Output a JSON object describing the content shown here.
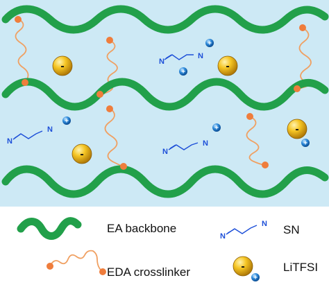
{
  "legend": {
    "backbone_label": "EA backbone",
    "crosslinker_label": "EDA crosslinker",
    "sn_label": "SN",
    "litfsi_label": "LiTFSI"
  },
  "glyphs": {
    "nitrile_n": "N",
    "anion_sign": "-",
    "cation_sign": "+"
  },
  "colors": {
    "background": "#cde9f5",
    "backbone": "#22a04a",
    "crosslinker": "#f0a062",
    "node": "#ef7d3c",
    "nitrile": "#1d4fd8",
    "anion": "#f2bf1e",
    "cation": "#1976c9"
  }
}
